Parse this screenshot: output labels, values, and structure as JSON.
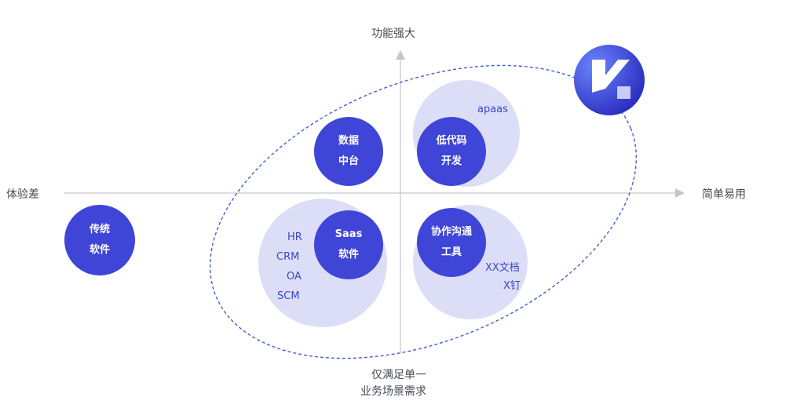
{
  "axes": {
    "top": "功能强大",
    "bottom_line1": "仅满足单一",
    "bottom_line2": "业务场景需求",
    "left": "体验差",
    "right": "简单易用"
  },
  "bubbles": {
    "traditional": [
      "传统",
      "软件"
    ],
    "data_platform": [
      "数据",
      "中台"
    ],
    "lowcode": [
      "低代码",
      "开发"
    ],
    "saas": [
      "Saas",
      "软件"
    ],
    "collab": [
      "协作沟通",
      "工具"
    ]
  },
  "halo_items": {
    "apaas": "apaas",
    "saas_list": [
      "HR",
      "CRM",
      "OA",
      "SCM"
    ],
    "collab_list": [
      "XX文档",
      "X钉"
    ]
  },
  "colors": {
    "primary": "#3f45d6",
    "halo": "#dcdef7",
    "axis": "#c4c6cc",
    "dashed": "#3f62c9",
    "text": "#444a55",
    "logo_dark": "#2c2fc0",
    "logo_light": "#6b84ff"
  },
  "logo": {
    "icon": "brand-logo-icon"
  }
}
